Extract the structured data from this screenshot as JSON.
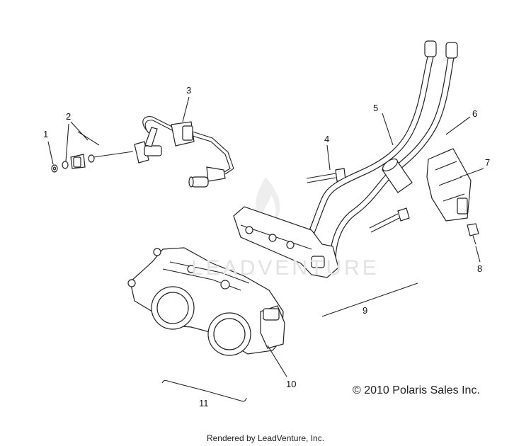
{
  "diagram": {
    "callouts": {
      "c1": "1",
      "c2": "2",
      "c3": "3",
      "c4": "4",
      "c5": "5",
      "c6": "6",
      "c7": "7",
      "c8": "8",
      "c9": "9",
      "c10": "10",
      "c11": "11"
    },
    "copyright": "© 2010 Polaris Sales Inc.",
    "watermark": "LEADVENTURE",
    "footer": "Rendered by LeadVenture, Inc."
  }
}
